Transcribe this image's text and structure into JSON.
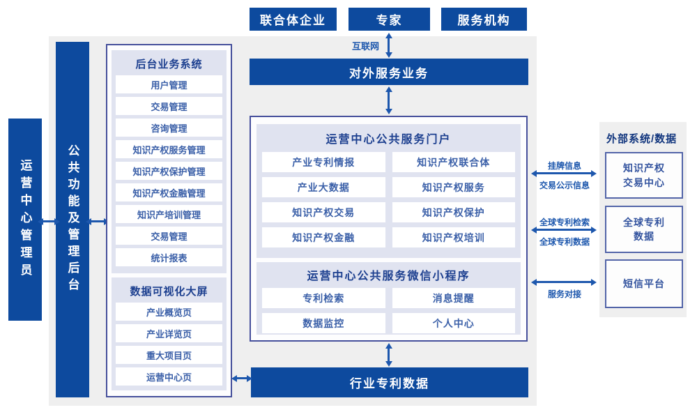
{
  "colors": {
    "primary": "#0d4a9e",
    "arrow": "#1d57ad",
    "panel": "#e0e3f0",
    "background": "#efefef"
  },
  "top_actors": {
    "items": [
      {
        "label": "联合体企业"
      },
      {
        "label": "专家"
      },
      {
        "label": "服务机构"
      }
    ]
  },
  "internet": {
    "label": "互联网"
  },
  "bars": {
    "external_service": "对外服务业务",
    "industry_patent": "行业专利数据"
  },
  "left": {
    "admin": "运营中心管理员",
    "backoffice": "公共功能及管理后台"
  },
  "backend": {
    "title": "后台业务系统",
    "items": [
      "用户管理",
      "交易管理",
      "咨询管理",
      "知识产权服务管理",
      "知识产权保护管理",
      "知识产权金融管理",
      "知识产培训管理",
      "交易管理",
      "统计报表"
    ]
  },
  "dashboard": {
    "title": "数据可视化大屏",
    "items": [
      "产业概览页",
      "产业详览页",
      "重大项目页",
      "运营中心页"
    ]
  },
  "portal": {
    "title": "运营中心公共服务门户",
    "items": [
      "产业专利情报",
      "知识产权联合体",
      "产业大数据",
      "知识产权服务",
      "知识产权交易",
      "知识产权保护",
      "知识产权金融",
      "知识产权培训"
    ]
  },
  "miniprogram": {
    "title": "运营中心公共服务微信小程序",
    "items": [
      "专利检索",
      "消息提醒",
      "数据监控",
      "个人中心"
    ]
  },
  "external": {
    "title": "外部系统/数据",
    "links": [
      {
        "top": "挂牌信息",
        "bottom": "交易公示信息"
      },
      {
        "top": "全球专利检索",
        "bottom": "全球专利数据"
      },
      {
        "top": "",
        "bottom": "服务对接"
      }
    ],
    "systems": [
      {
        "line1": "知识产权",
        "line2": "交易中心"
      },
      {
        "line1": "全球专利",
        "line2": "数据"
      },
      {
        "line1": "短信平台",
        "line2": ""
      }
    ]
  }
}
